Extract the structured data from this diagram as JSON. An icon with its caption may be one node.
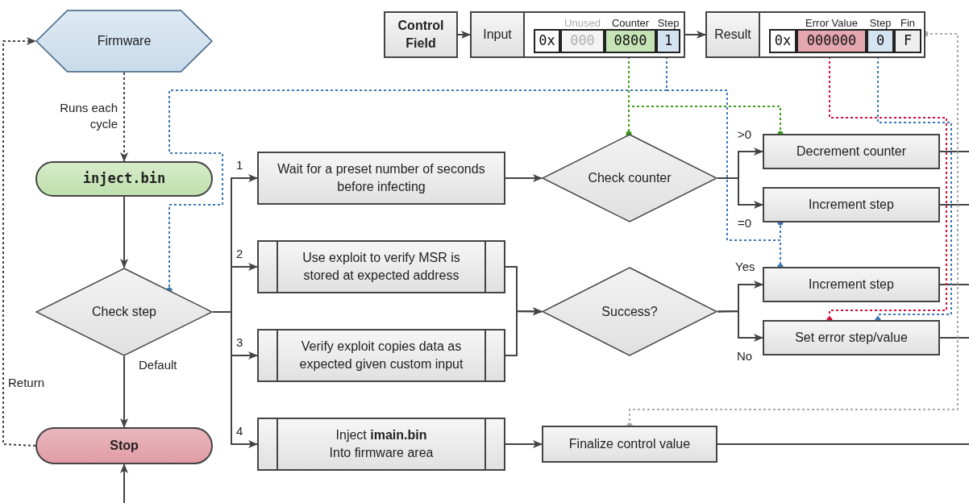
{
  "diagram": {
    "nodes": [
      {
        "text": [
          "Firmware"
        ]
      },
      {
        "text": [
          "inject.bin"
        ]
      },
      {
        "text": [
          "Check step"
        ]
      },
      {
        "text": [
          "Stop"
        ]
      },
      {
        "text": [
          "Wait for a preset number of seconds before infecting"
        ]
      },
      {
        "text": [
          "Use exploit to verify MSR is stored at expected address"
        ]
      },
      {
        "text": [
          "Verify exploit copies data as expected given custom input"
        ]
      },
      {
        "text": [
          "Inject **imain.bin**",
          "Into firmware area"
        ]
      },
      {
        "text": [
          "Check counter"
        ]
      },
      {
        "text": [
          "Success?"
        ]
      },
      {
        "text": [
          "Finalize control value"
        ]
      },
      {
        "text": [
          "Decrement counter"
        ]
      },
      {
        "text": [
          "Increment step"
        ]
      },
      {
        "text": [
          "Increment step"
        ]
      },
      {
        "text": [
          "Set error step/value"
        ]
      },
      {
        "text": [
          "Control Field"
        ]
      },
      {
        "text": [
          "Input"
        ]
      },
      {
        "text": [
          "0x"
        ],
        "in": 16
      },
      {
        "text": [
          "Unused",
          "000"
        ],
        "in": 16
      },
      {
        "text": [
          "Counter",
          "0800"
        ],
        "in": 16
      },
      {
        "text": [
          "Step",
          "1"
        ],
        "in": 16
      },
      {
        "text": [
          "Result"
        ]
      },
      {
        "text": [
          "0x"
        ],
        "in": 21
      },
      {
        "text": [
          "Error Value",
          "000000"
        ],
        "in": 21
      },
      {
        "text": [
          "Step",
          "0"
        ],
        "in": 21
      },
      {
        "text": [
          "Fin",
          "F"
        ],
        "in": 21
      }
    ],
    "edges": [
      {
        "from": 0,
        "to": 1,
        "arrow": "to",
        "label": "Runs each cycle",
        "style": "dashed"
      },
      {
        "from": 1,
        "to": 2,
        "arrow": "to"
      },
      {
        "from": 2,
        "to": 3,
        "arrow": "to",
        "label": "Default"
      },
      {
        "from": 2,
        "to": 4,
        "arrow": "to",
        "label": "1"
      },
      {
        "from": 2,
        "to": 5,
        "arrow": "to",
        "label": "2"
      },
      {
        "from": 2,
        "to": 6,
        "arrow": "to",
        "label": "3"
      },
      {
        "from": 2,
        "to": 7,
        "arrow": "to",
        "label": "4"
      },
      {
        "from": 3,
        "to": 0,
        "arrow": "to",
        "label": "Return",
        "style": "dashed"
      },
      {
        "from": null,
        "to": 3,
        "arrow": "to"
      },
      {
        "from": 4,
        "to": 8,
        "arrow": "to"
      },
      {
        "from": 5,
        "to": 9,
        "arrow": "to"
      },
      {
        "from": 6,
        "to": 9,
        "arrow": "to"
      },
      {
        "from": 7,
        "to": 10,
        "arrow": "to"
      },
      {
        "from": 8,
        "to": 11,
        "arrow": "to",
        "label": ">0"
      },
      {
        "from": 8,
        "to": 12,
        "arrow": "to",
        "label": "=0"
      },
      {
        "from": 9,
        "to": 13,
        "arrow": "to",
        "label": "Yes"
      },
      {
        "from": 9,
        "to": 14,
        "arrow": "to",
        "label": "No"
      },
      {
        "from": 11,
        "to": null,
        "arrow": "none"
      },
      {
        "from": 12,
        "to": null,
        "arrow": "none"
      },
      {
        "from": 13,
        "to": null,
        "arrow": "none"
      },
      {
        "from": 14,
        "to": null,
        "arrow": "none"
      },
      {
        "from": 10,
        "to": null,
        "arrow": "none"
      },
      {
        "from": 15,
        "to": 16,
        "arrow": "to"
      },
      {
        "from": 16,
        "to": 21,
        "arrow": "to"
      },
      {
        "from": 19,
        "to": 8,
        "arrow": "other",
        "style": "dashed",
        "color": "#3c9a1a"
      },
      {
        "from": 19,
        "to": 11,
        "arrow": "other",
        "style": "dashed",
        "color": "#3c9a1a"
      },
      {
        "from": 20,
        "to": 2,
        "arrow": "other",
        "style": "dashed",
        "color": "#3a78b5"
      },
      {
        "from": 20,
        "to": 12,
        "arrow": "other",
        "style": "dashed",
        "color": "#3a78b5"
      },
      {
        "from": 20,
        "to": 13,
        "arrow": "other",
        "style": "dashed",
        "color": "#3a78b5"
      },
      {
        "from": 24,
        "to": 14,
        "arrow": "other",
        "style": "dashed",
        "color": "#3a78b5"
      },
      {
        "from": 23,
        "to": 14,
        "arrow": "other",
        "style": "dashed",
        "color": "#d0103a"
      },
      {
        "from": 10,
        "to": 21,
        "arrow": "other",
        "style": "dashed",
        "color": "#aaaaaa"
      }
    ]
  }
}
